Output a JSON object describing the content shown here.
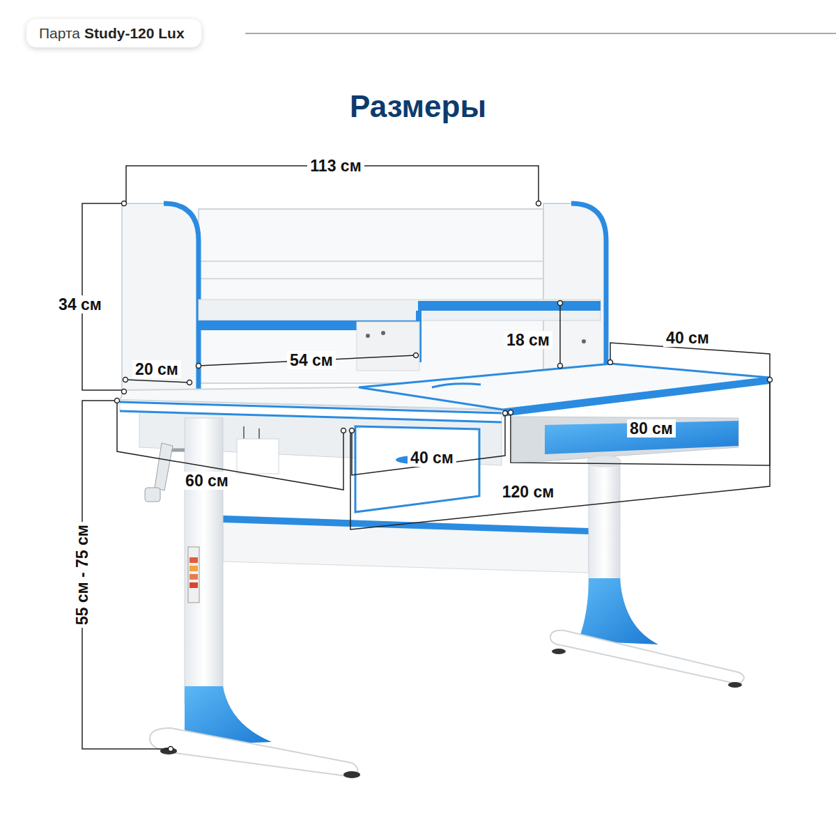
{
  "diagram": {
    "title": "Размеры",
    "nodes": [
      {
        "text": [
          "Парта",
          "Study-120 Lux"
        ]
      }
    ],
    "labels": [
      "113 см",
      "34 см",
      "20 см",
      "54 см",
      "18 см",
      "40 см",
      "40 см",
      "80 см",
      "60 см",
      "120 см",
      "55 см - 75 см"
    ]
  }
}
